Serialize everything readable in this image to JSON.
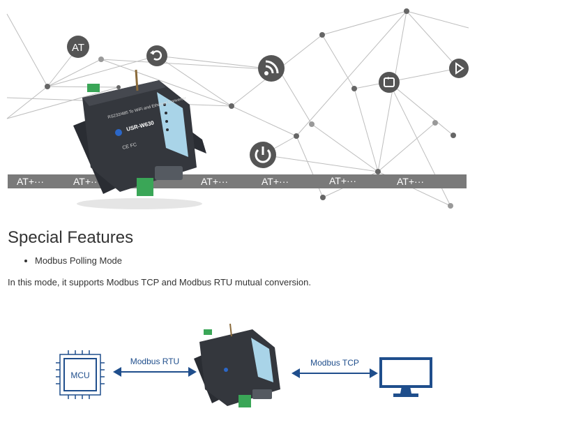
{
  "hero": {
    "at_badge_label": "AT",
    "at_command_labels": [
      "AT+···",
      "AT+···",
      "AT+···",
      "AT+···",
      "AT+···",
      "AT+···"
    ],
    "device_model": "USR-W630",
    "device_subtitle": "RS232/485 To WiFi and Ethernet Converter",
    "device_ce_mark": "CE FC"
  },
  "features": {
    "heading": "Special Features",
    "items": [
      "Modbus Polling Mode"
    ],
    "description": "In this mode, it supports Modbus TCP and Modbus RTU mutual conversion."
  },
  "diagram": {
    "mcu_label": "MCU",
    "left_link_label": "Modbus RTU",
    "right_link_label": "Modbus TCP",
    "accent_color": "#1f4e8c"
  }
}
